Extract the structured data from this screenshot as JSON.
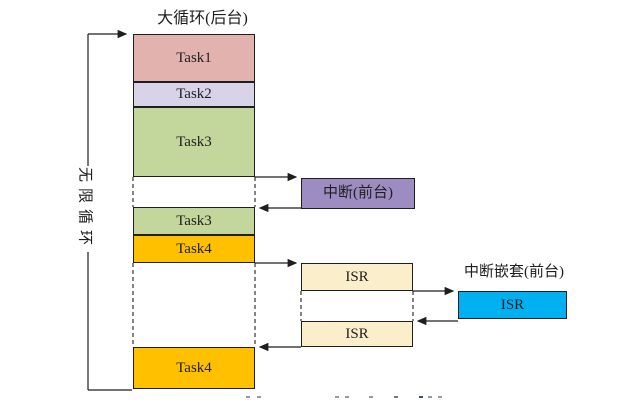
{
  "diagram": {
    "background_column": {
      "title": "大循环(后台)",
      "loop_label": "无限循环",
      "segments": {
        "task1": "Task1",
        "task2": "Task2",
        "task3_first": "Task3",
        "task3_second": "Task3",
        "task4_first": "Task4",
        "task4_second": "Task4"
      }
    },
    "foreground": {
      "interrupt_label": "中断(前台)",
      "isr_first_label": "ISR",
      "isr_second_label": "ISR",
      "nested_title": "中断嵌套(前台)",
      "nested_isr_label": "ISR"
    },
    "colors": {
      "task1_fill": "#e2b3ae",
      "task2_fill": "#d9d3e8",
      "task3_fill": "#c3d69b",
      "task4_fill": "#ffc000",
      "interrupt_fill": "#9d8cc2",
      "isr_fill": "#fbeecb",
      "nested_isr_fill": "#00b0f0",
      "line": "#1f1f1f",
      "background": "#ffffff"
    }
  }
}
